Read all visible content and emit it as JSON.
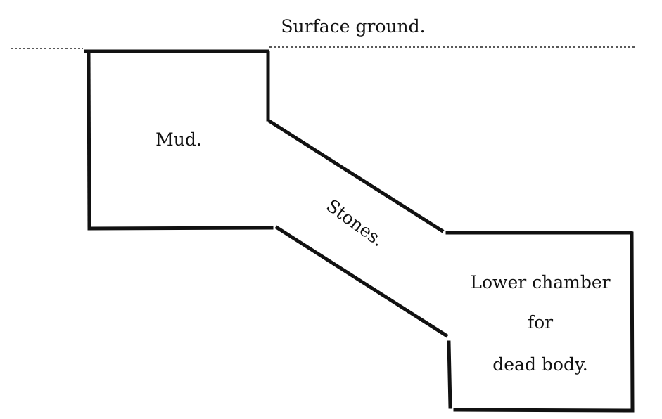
{
  "title": "Surface ground.",
  "labels": {
    "mud": "Mud.",
    "stones": "Stones.",
    "chamber_line1": "Lower chamber",
    "chamber_line2": "for",
    "chamber_line3": "dead body."
  }
}
